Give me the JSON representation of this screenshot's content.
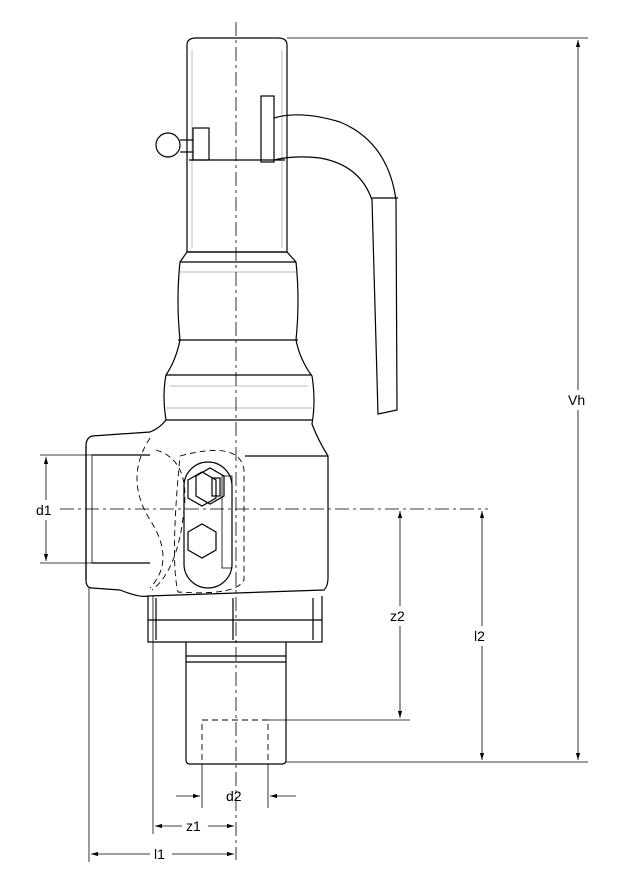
{
  "drawing": {
    "labels": {
      "vh": "Vh",
      "d1": "d1",
      "z2": "z2",
      "l2": "l2",
      "d2": "d2",
      "z1": "z1",
      "l1": "l1"
    }
  }
}
